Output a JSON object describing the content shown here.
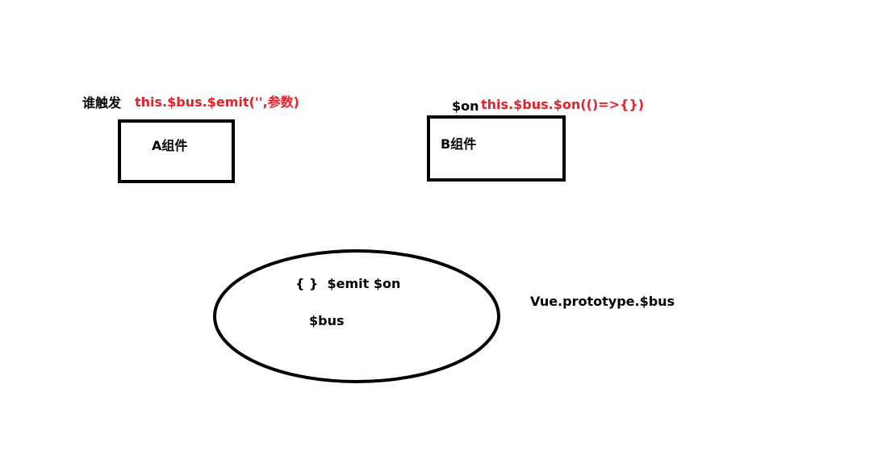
{
  "colors": {
    "code_red": "#e8202a",
    "stroke": "#000000",
    "background": "#ffffff"
  },
  "component_a": {
    "trigger_label": "谁触发",
    "emit_code": "this.$bus.$emit('',参数)",
    "box_label": "A组件"
  },
  "component_b": {
    "on_label": "$on",
    "on_code": "this.$bus.$on(()=>{})",
    "box_label": "B组件"
  },
  "bus": {
    "methods_label": "{ }  $emit $on",
    "name_label": "$bus",
    "prototype_label": "Vue.prototype.$bus"
  }
}
